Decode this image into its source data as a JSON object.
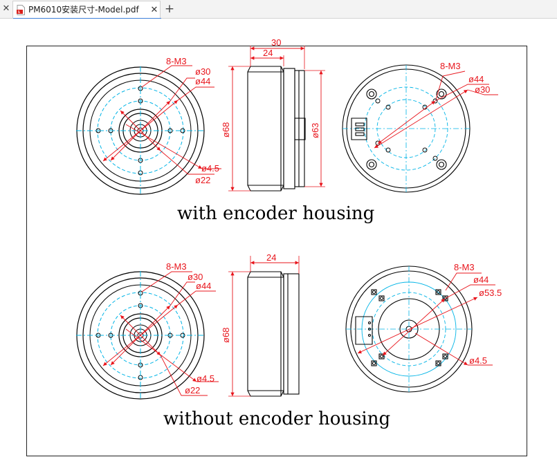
{
  "tab": {
    "close_glyph": "✕",
    "title": "PM6010安装尺寸-Model.pdf",
    "tab_close_glyph": "✕",
    "new_tab_glyph": "+",
    "icon": "pdf-file-icon"
  },
  "drawing": {
    "top_front_labels": {
      "holes": "8-M3",
      "d30": "ø30",
      "d44": "ø44",
      "d45": "ø4.5",
      "d22": "ø22"
    },
    "top_side_labels": {
      "w30": "30",
      "w24": "24",
      "d68": "ø68",
      "d63": "ø63"
    },
    "top_back_labels": {
      "holes": "8-M3",
      "d44": "ø44",
      "d30": "ø30"
    },
    "caption_top": "with encoder housing",
    "bottom_front_labels": {
      "holes": "8-M3",
      "d30": "ø30",
      "d44": "ø44",
      "d45": "ø4.5",
      "d22": "ø22"
    },
    "bottom_side_labels": {
      "w24": "24",
      "d68": "ø68"
    },
    "bottom_back_labels": {
      "holes": "8-M3",
      "d44": "ø44",
      "d535": "ø53.5",
      "d45": "ø4.5"
    },
    "caption_bottom": "without encoder housing"
  },
  "colors": {
    "dimension": "#e8141b",
    "center": "#00b4e6",
    "outline": "#000000",
    "accent": "#3c7fd9"
  }
}
